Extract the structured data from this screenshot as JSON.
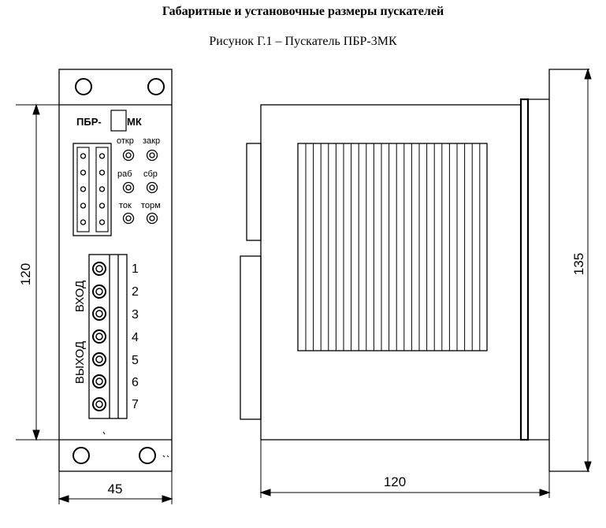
{
  "heading": "Габаритные и установочные размеры пускателей",
  "caption": "Рисунок Г.1 – Пускатель ПБР-3МК",
  "front_panel": {
    "model_left": "ПБР-",
    "model_right": "МК",
    "indicators": [
      {
        "label": "откр"
      },
      {
        "label": "закр"
      },
      {
        "label": "раб"
      },
      {
        "label": "сбр"
      },
      {
        "label": "ток"
      },
      {
        "label": "торм"
      }
    ],
    "input_label": "ВХОД",
    "output_label": "ВЫХОД",
    "terminals": [
      "1",
      "2",
      "3",
      "4",
      "5",
      "6",
      "7"
    ]
  },
  "dimensions": {
    "front_height": "120",
    "front_width": "45",
    "side_depth": "120",
    "side_height": "135"
  },
  "colors": {
    "line": "#000000",
    "background": "#ffffff"
  }
}
